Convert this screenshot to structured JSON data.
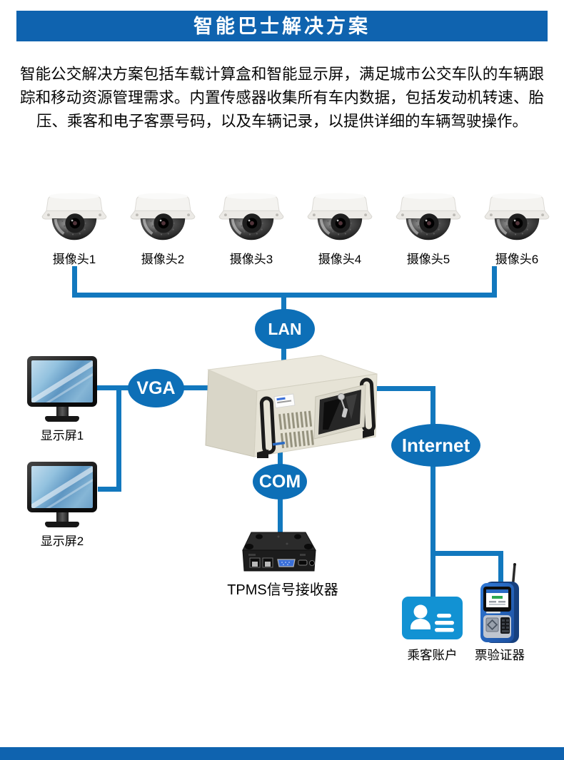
{
  "header": {
    "title": "智能巴士解决方案"
  },
  "intro": {
    "text": "智能公交解决方案包括车载计算盒和智能显示屏，满足城市公交车队的车辆跟踪和移动资源管理需求。内置传感器收集所有车内数据，包括发动机转速、胎压、乘客和电子客票号码，以及车辆记录，以提供详细的车辆驾驶操作。"
  },
  "cameras": [
    {
      "label": "摄像头1"
    },
    {
      "label": "摄像头2"
    },
    {
      "label": "摄像头3"
    },
    {
      "label": "摄像头4"
    },
    {
      "label": "摄像头5"
    },
    {
      "label": "摄像头6"
    }
  ],
  "nodes": {
    "lan": "LAN",
    "vga": "VGA",
    "com": "COM",
    "internet": "Internet"
  },
  "devices": {
    "monitor1": {
      "label": "显示屏1"
    },
    "monitor2": {
      "label": "显示屏2"
    },
    "tpms": {
      "label": "TPMS信号接收器"
    },
    "passenger": {
      "label": "乘客账户"
    },
    "validator": {
      "label": "票验证器"
    }
  },
  "colors": {
    "banner_blue": "#0f63af",
    "line_blue": "#1278be",
    "node_blue": "#0d6fb7",
    "card_blue": "#1292d3"
  }
}
